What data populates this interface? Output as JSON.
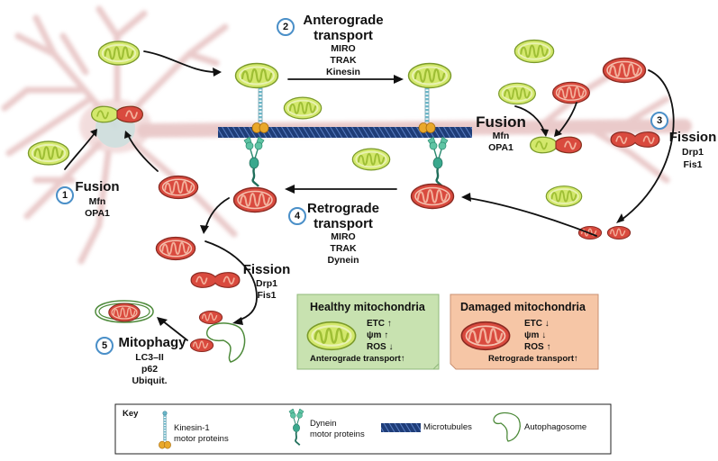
{
  "steps": {
    "s1": {
      "num": "1",
      "title": "Fusion",
      "lines": [
        "Mfn",
        "OPA1"
      ]
    },
    "s2": {
      "num": "2",
      "title_line1": "Anterograde",
      "title_line2": "transport",
      "lines": [
        "MIRO",
        "TRAK",
        "Kinesin"
      ]
    },
    "s3": {
      "num": "3",
      "title": "Fission",
      "lines": [
        "Drp1",
        "Fis1"
      ]
    },
    "s3b": {
      "title": "Fusion",
      "lines": [
        "Mfn",
        "OPA1"
      ]
    },
    "s4": {
      "num": "4",
      "title_line1": "Retrograde",
      "title_line2": "transport",
      "lines": [
        "MIRO",
        "TRAK",
        "Dynein"
      ]
    },
    "s4b": {
      "title": "Fission",
      "lines": [
        "Drp1",
        "Fis1"
      ]
    },
    "s5": {
      "num": "5",
      "title": "Mitophagy",
      "lines": [
        "LC3–II",
        "p62",
        "Ubiquit."
      ]
    }
  },
  "healthy": {
    "title": "Healthy mitochondria",
    "props": [
      "ETC ↑",
      "ψm ↑",
      "ROS ↓"
    ],
    "transport": "Anterograde transport↑",
    "color": "#c8e2b0"
  },
  "damaged": {
    "title": "Damaged mitochondria",
    "props": [
      "ETC ↓",
      "ψm ↓",
      "ROS ↑"
    ],
    "transport": "Retrograde transport↑",
    "color": "#f6c6a6"
  },
  "key": {
    "title": "Key",
    "kinesin": [
      "Kinesin-1",
      "motor proteins"
    ],
    "dynein": [
      "Dynein",
      "motor proteins"
    ],
    "microtubules": "Microtubules",
    "autophagosome": "Autophagosome"
  },
  "colors": {
    "healthy_fill": "#d3e86c",
    "healthy_cristae": "#b6d24a",
    "damaged_fill": "#d94a3e",
    "damaged_cristae": "#f3b09b",
    "microtubule": "#1f3d78",
    "dynein": "#3aa88d",
    "kinesin_head": "#e9a82a",
    "neuron": "#d9a0a0",
    "step_circle": "#4a8fc8"
  }
}
